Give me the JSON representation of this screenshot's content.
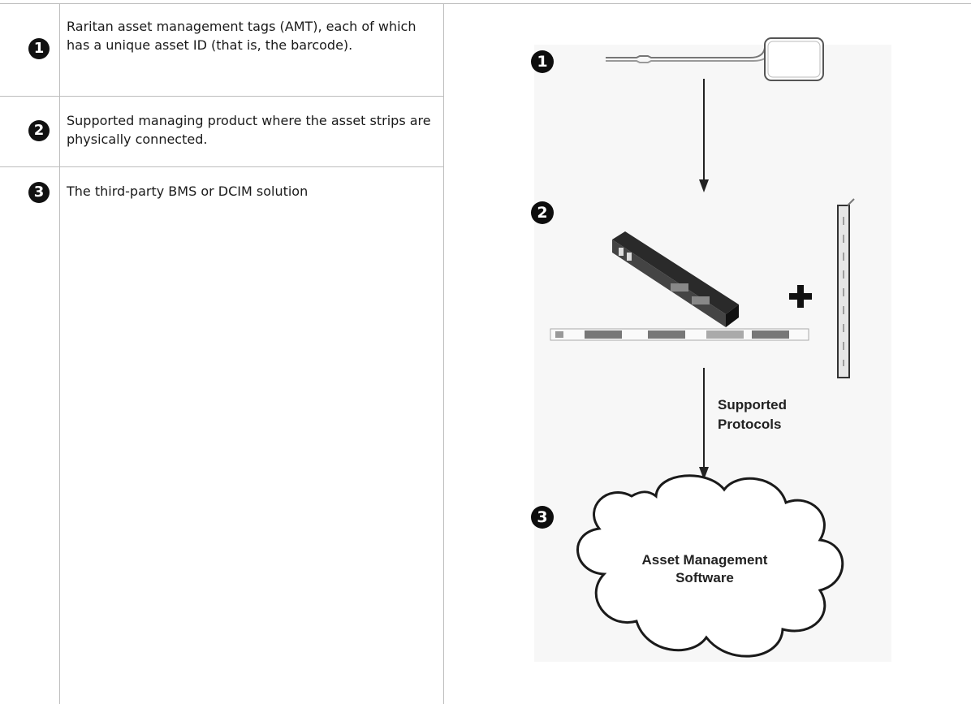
{
  "rows": [
    {
      "number": "1",
      "text": "Raritan asset management tags (AMT), each of which has a unique asset ID (that is, the barcode)."
    },
    {
      "number": "2",
      "text": "Supported managing product where the asset strips are physically connected."
    },
    {
      "number": "3",
      "text": "The third-party BMS or DCIM solution"
    }
  ],
  "diagram": {
    "step_numbers": [
      "1",
      "2",
      "3"
    ],
    "protocol_label_line1": "Supported",
    "protocol_label_line2": "Protocols",
    "cloud_label_line1": "Asset Management",
    "cloud_label_line2": "Software",
    "plus_symbol": "+"
  }
}
